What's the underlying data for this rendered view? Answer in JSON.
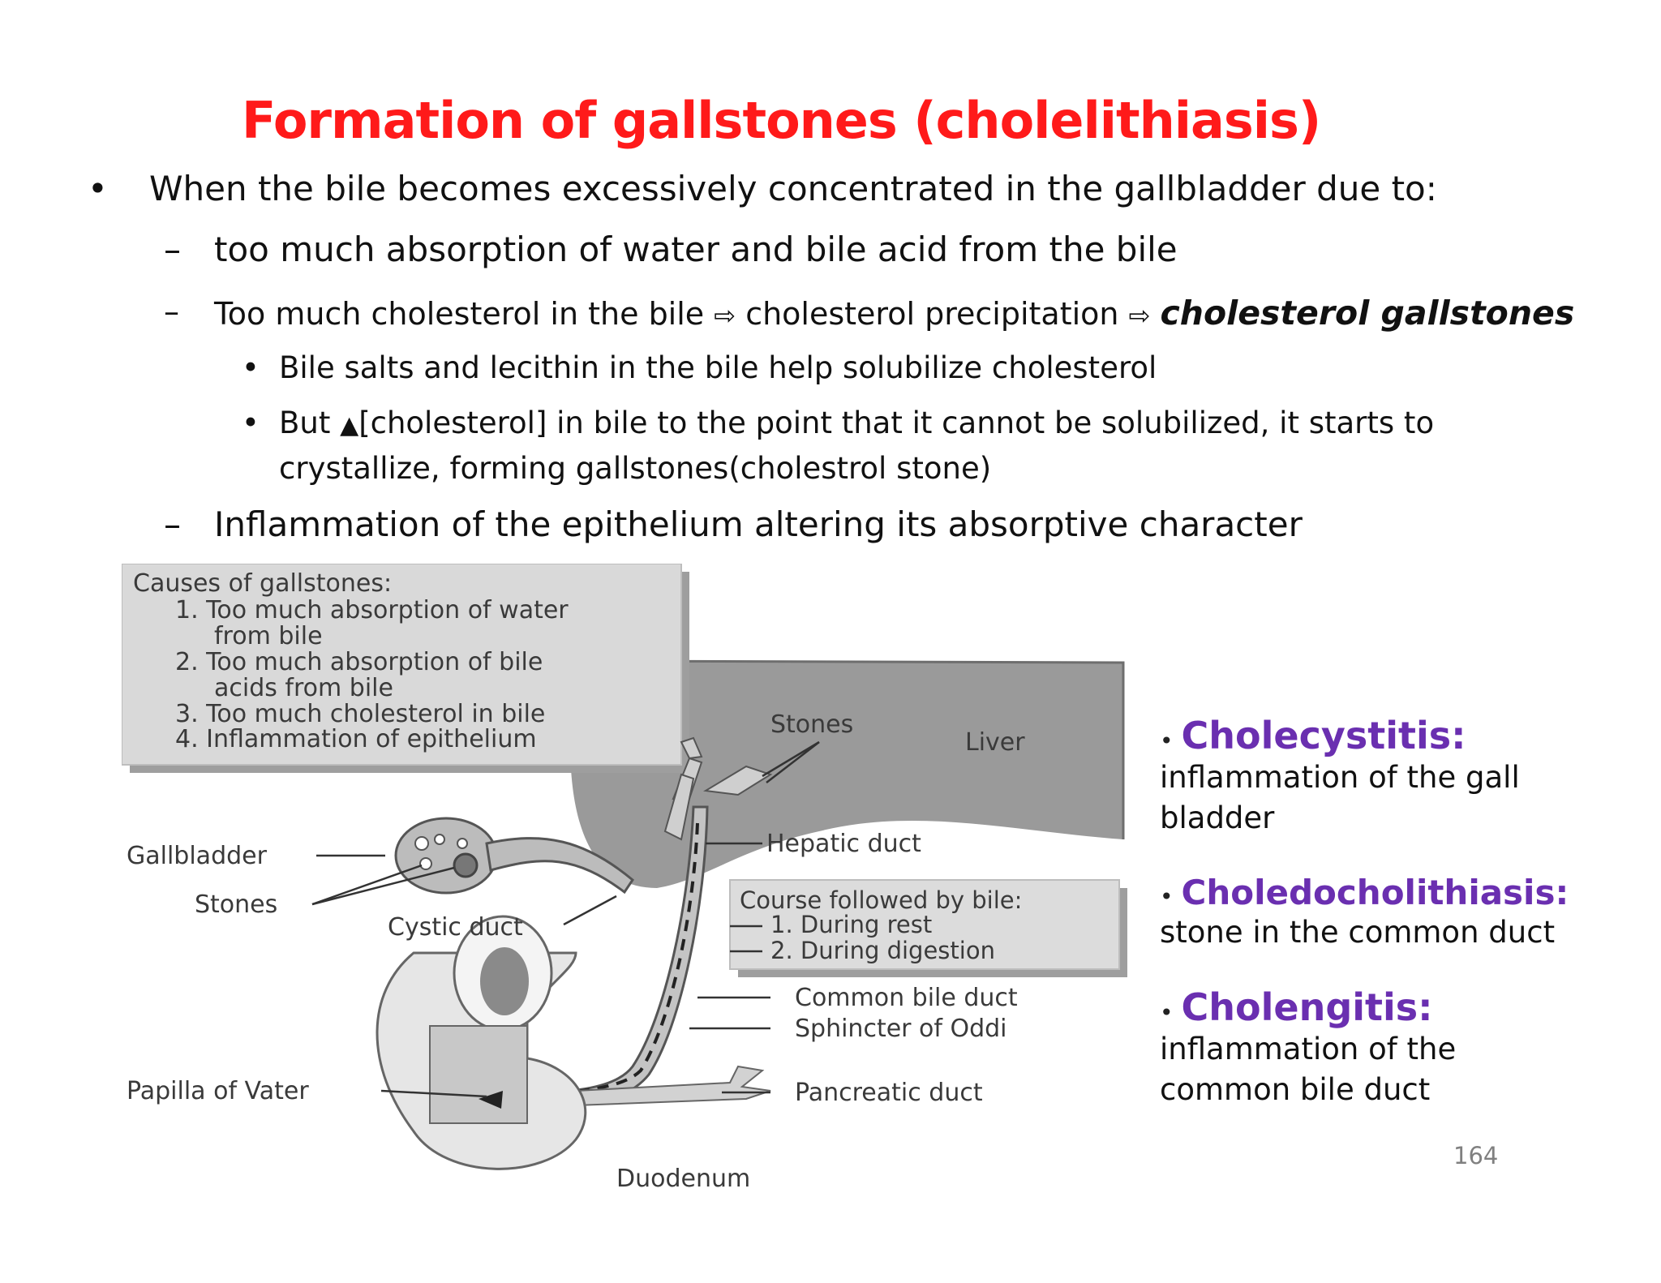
{
  "title": "Formation of gallstones (cholelithiasis)",
  "bullets": {
    "main": "When the bile becomes excessively concentrated in the gallbladder due to:",
    "sub1": "too much absorption of  water and bile acid from the bile",
    "sub2_a": "Too much cholesterol in the bile",
    "sub2_b": "cholesterol precipitation",
    "sub2_c": "cholesterol gallstones",
    "sub2_point1": "Bile salts and lecithin in the bile help solubilize cholesterol",
    "sub2_point2_a": "But",
    "sub2_point2_b": "[cholesterol] in bile to the point that it cannot be solubilized, it starts to",
    "sub2_point2_c": "crystallize, forming gallstones(cholestrol stone)",
    "sub3": "Inflammation of the epithelium altering its absorptive character"
  },
  "diagram": {
    "causes_title": "Causes of gallstones:",
    "causes": [
      "1. Too much absorption of water",
      "from bile",
      "2. Too much absorption of bile",
      "acids from bile",
      "3. Too much cholesterol in bile",
      "4. Inflammation of epithelium"
    ],
    "labels": {
      "stones_top": "Stones",
      "liver": "Liver",
      "gallbladder": "Gallbladder",
      "hepatic_duct": "Hepatic duct",
      "stones_left": "Stones",
      "cystic_duct": "Cystic duct",
      "course_title": "Course followed by bile:",
      "course_1": "1. During rest",
      "course_2": "2. During digestion",
      "common_bile_duct": "Common bile duct",
      "sphincter": "Sphincter of Oddi",
      "papilla": "Papilla of Vater",
      "pancreatic_duct": "Pancreatic duct",
      "duodenum": "Duodenum"
    }
  },
  "definitions": [
    {
      "term": "Cholecystitis:",
      "desc_1": "inflammation of the gall",
      "desc_2": "bladder"
    },
    {
      "term": "Choledocholithiasis:",
      "desc_1": "stone in the common duct",
      "desc_2": ""
    },
    {
      "term": "Cholengitis:",
      "desc_1": "inflammation of the",
      "desc_2": "common bile duct"
    }
  ],
  "page_number": "164"
}
